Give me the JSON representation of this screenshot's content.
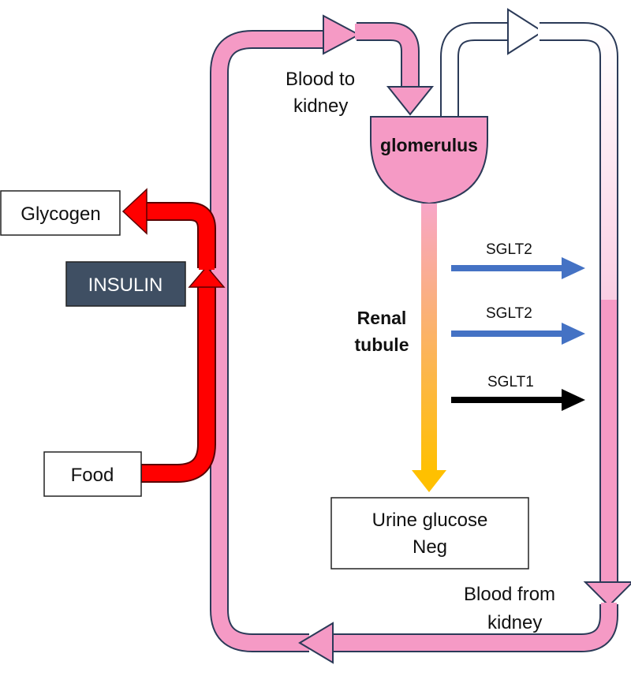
{
  "labels": {
    "blood_to_kidney": [
      "Blood to",
      "kidney"
    ],
    "blood_from_kidney": [
      "Blood from",
      "kidney"
    ],
    "glomerulus": "glomerulus",
    "renal_tubule": [
      "Renal",
      "tubule"
    ],
    "glycogen": "Glycogen",
    "insulin": "INSULIN",
    "food": "Food",
    "urine_glucose": [
      "Urine glucose",
      "Neg"
    ],
    "transporters": [
      "SGLT2",
      "SGLT2",
      "SGLT1"
    ]
  },
  "colors": {
    "circulation": "#f59ac5",
    "outline": "#2b3a58",
    "insulin_pathway": "#ff0000",
    "insulin_box": "#3f4f63",
    "sglt2_arrow": "#4472c4",
    "sglt1_arrow": "#000000",
    "tubule_top": "#f8a6c8",
    "tubule_bottom": "#ffc000",
    "filtrate_out": "#ffffff"
  },
  "icons": {
    "flow": "arrow-icon"
  }
}
